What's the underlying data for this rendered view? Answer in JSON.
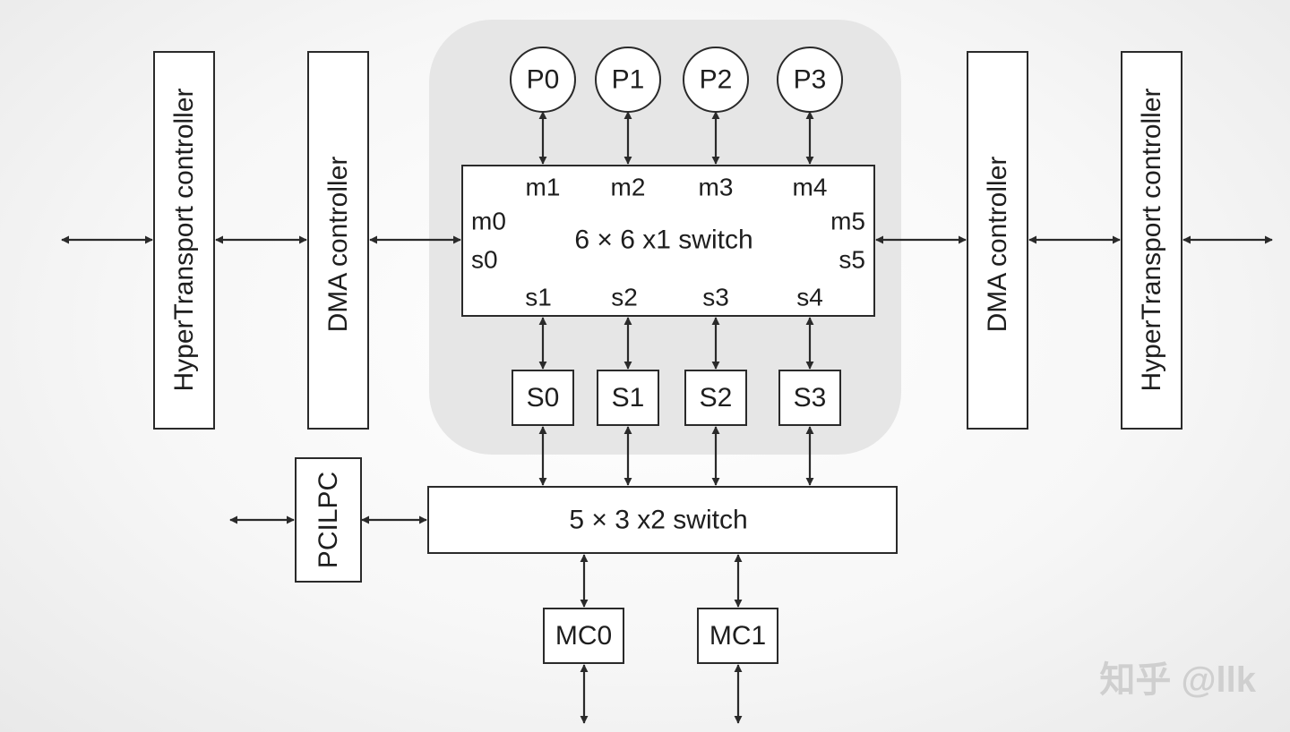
{
  "diagram": {
    "hypertransport_left": "HyperTransport controller",
    "dma_left": "DMA controller",
    "dma_right": "DMA controller",
    "hypertransport_right": "HyperTransport controller",
    "processors": [
      "P0",
      "P1",
      "P2",
      "P3"
    ],
    "main_switch": {
      "label": "6 × 6 x1 switch",
      "master_ports": [
        "m0",
        "m1",
        "m2",
        "m3",
        "m4",
        "m5"
      ],
      "slave_ports": [
        "s0",
        "s1",
        "s2",
        "s3",
        "s4",
        "s5"
      ]
    },
    "slaves": [
      "S0",
      "S1",
      "S2",
      "S3"
    ],
    "pcilpc": "PCILPC",
    "lower_switch": "5 × 3 x2 switch",
    "memory_controllers": [
      "MC0",
      "MC1"
    ]
  },
  "watermark": "知乎 @llk",
  "colors": {
    "line": "#2a2a2a",
    "box_fill": "#ffffff",
    "cluster_fill": "#e6e6e6"
  }
}
